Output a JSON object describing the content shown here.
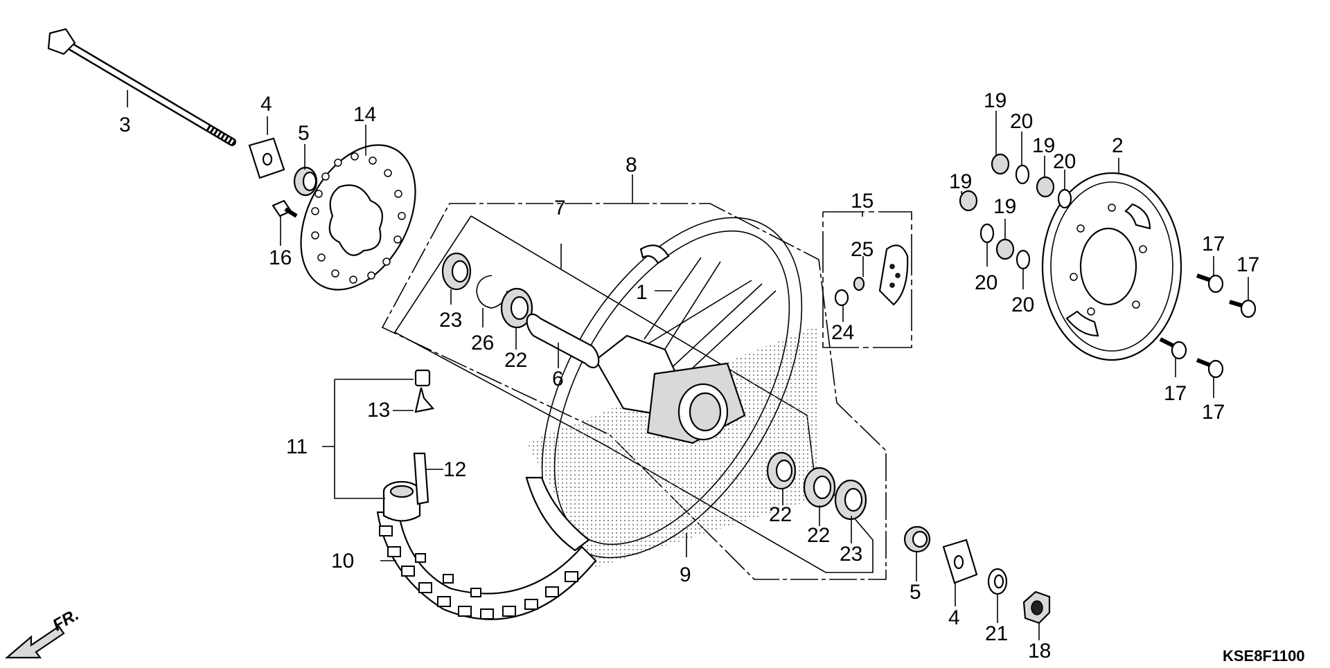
{
  "diagram_code": "KSE8F1100",
  "front_indicator": "FR.",
  "callouts": {
    "c1": "1",
    "c2": "2",
    "c3": "3",
    "c4a": "4",
    "c4b": "4",
    "c5a": "5",
    "c5b": "5",
    "c6": "6",
    "c7": "7",
    "c8": "8",
    "c9": "9",
    "c10": "10",
    "c11": "11",
    "c12": "12",
    "c13": "13",
    "c14": "14",
    "c15": "15",
    "c16": "16",
    "c17a": "17",
    "c17b": "17",
    "c17c": "17",
    "c17d": "17",
    "c18": "18",
    "c19a": "19",
    "c19b": "19",
    "c19c": "19",
    "c19d": "19",
    "c20a": "20",
    "c20b": "20",
    "c20c": "20",
    "c20d": "20",
    "c21": "21",
    "c22a": "22",
    "c22b": "22",
    "c22c": "22",
    "c23a": "23",
    "c23b": "23",
    "c24": "24",
    "c25": "25",
    "c26": "26"
  }
}
